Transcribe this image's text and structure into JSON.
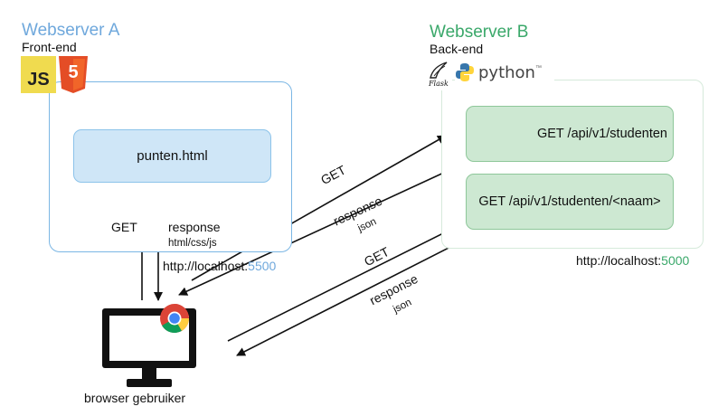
{
  "server_a": {
    "title": "Webserver A",
    "subtitle": "Front-end",
    "logos": {
      "js": "JS",
      "html5": "5"
    },
    "page": "punten.html",
    "url_prefix": "http://localhost:",
    "url_port": "5500",
    "color": "#6fa8dc"
  },
  "server_b": {
    "title": "Webserver B",
    "subtitle": "Back-end",
    "logos": {
      "flask": "Flask",
      "python": "python",
      "tm": "™"
    },
    "endpoints": [
      "GET /api/v1/studenten",
      "GET /api/v1/studenten/<naam>"
    ],
    "url_prefix": "http://localhost:",
    "url_port": "5000",
    "color": "#3aa86a"
  },
  "browser": {
    "label": "browser gebruiker",
    "icon": "monitor-icon",
    "browser_icon": "chrome-icon"
  },
  "arrows": {
    "a_get": "GET",
    "a_response": "response",
    "a_response_sub": "html/css/js",
    "top_get": "GET",
    "top_response": "response",
    "top_response_sub": "json",
    "bottom_get": "GET",
    "bottom_response": "response",
    "bottom_response_sub": "json"
  }
}
